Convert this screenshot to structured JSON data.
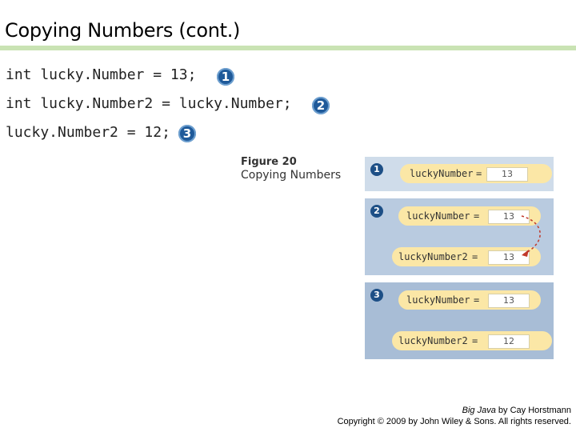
{
  "slide": {
    "title": "Copying Numbers (cont.)"
  },
  "code": {
    "line1": "int lucky.Number = 13;",
    "line2": "int lucky.Number2 = lucky.Number;",
    "line3": "lucky.Number2 = 12;",
    "badge1": "1",
    "badge2": "2",
    "badge3": "3"
  },
  "figure": {
    "number": "Figure 20",
    "caption": "Copying Numbers",
    "steps": [
      {
        "badge": "1",
        "vars": [
          {
            "name": "luckyNumber",
            "eq": "=",
            "value": "13"
          }
        ]
      },
      {
        "badge": "2",
        "vars": [
          {
            "name": "luckyNumber",
            "eq": "=",
            "value": "13"
          },
          {
            "name": "luckyNumber2",
            "eq": "=",
            "value": "13"
          }
        ]
      },
      {
        "badge": "3",
        "vars": [
          {
            "name": "luckyNumber",
            "eq": "=",
            "value": "13"
          },
          {
            "name": "luckyNumber2",
            "eq": "=",
            "value": "12"
          }
        ]
      }
    ],
    "colors": {
      "badge": "#1d4f86",
      "pill": "#fbe7a6",
      "arrow": "#c0392b"
    }
  },
  "footer": {
    "book_title": "Big Java",
    "book_by": " by Cay Horstmann",
    "copyright": "Copyright © 2009 by John Wiley & Sons.  All rights reserved."
  },
  "colors": {
    "title_rule": "#c9e3b3",
    "code_badge": "#1f5a9a"
  }
}
